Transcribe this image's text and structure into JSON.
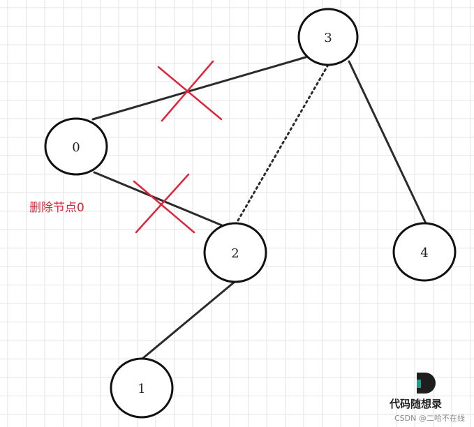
{
  "diagram": {
    "nodes": [
      {
        "id": "n3",
        "label": "3"
      },
      {
        "id": "n0",
        "label": "0"
      },
      {
        "id": "n2",
        "label": "2"
      },
      {
        "id": "n4",
        "label": "4"
      },
      {
        "id": "n1",
        "label": "1"
      }
    ],
    "edges": [
      {
        "from": "n0",
        "to": "n3",
        "style": "solid",
        "deleted": true
      },
      {
        "from": "n0",
        "to": "n2",
        "style": "solid",
        "deleted": true
      },
      {
        "from": "n3",
        "to": "n2",
        "style": "dotted",
        "deleted": false
      },
      {
        "from": "n3",
        "to": "n4",
        "style": "solid",
        "deleted": false
      },
      {
        "from": "n2",
        "to": "n1",
        "style": "solid",
        "deleted": false
      }
    ],
    "annotation": "删除节点0"
  },
  "watermark": {
    "logo_letter": "D",
    "brand": "代码随想录",
    "credit": "CSDN @二哈不在线"
  },
  "colors": {
    "grid": "#e3e3e3",
    "edge": "#2b2b2b",
    "delete_mark": "#e0243a",
    "logo_teal": "#1f9e8f"
  }
}
